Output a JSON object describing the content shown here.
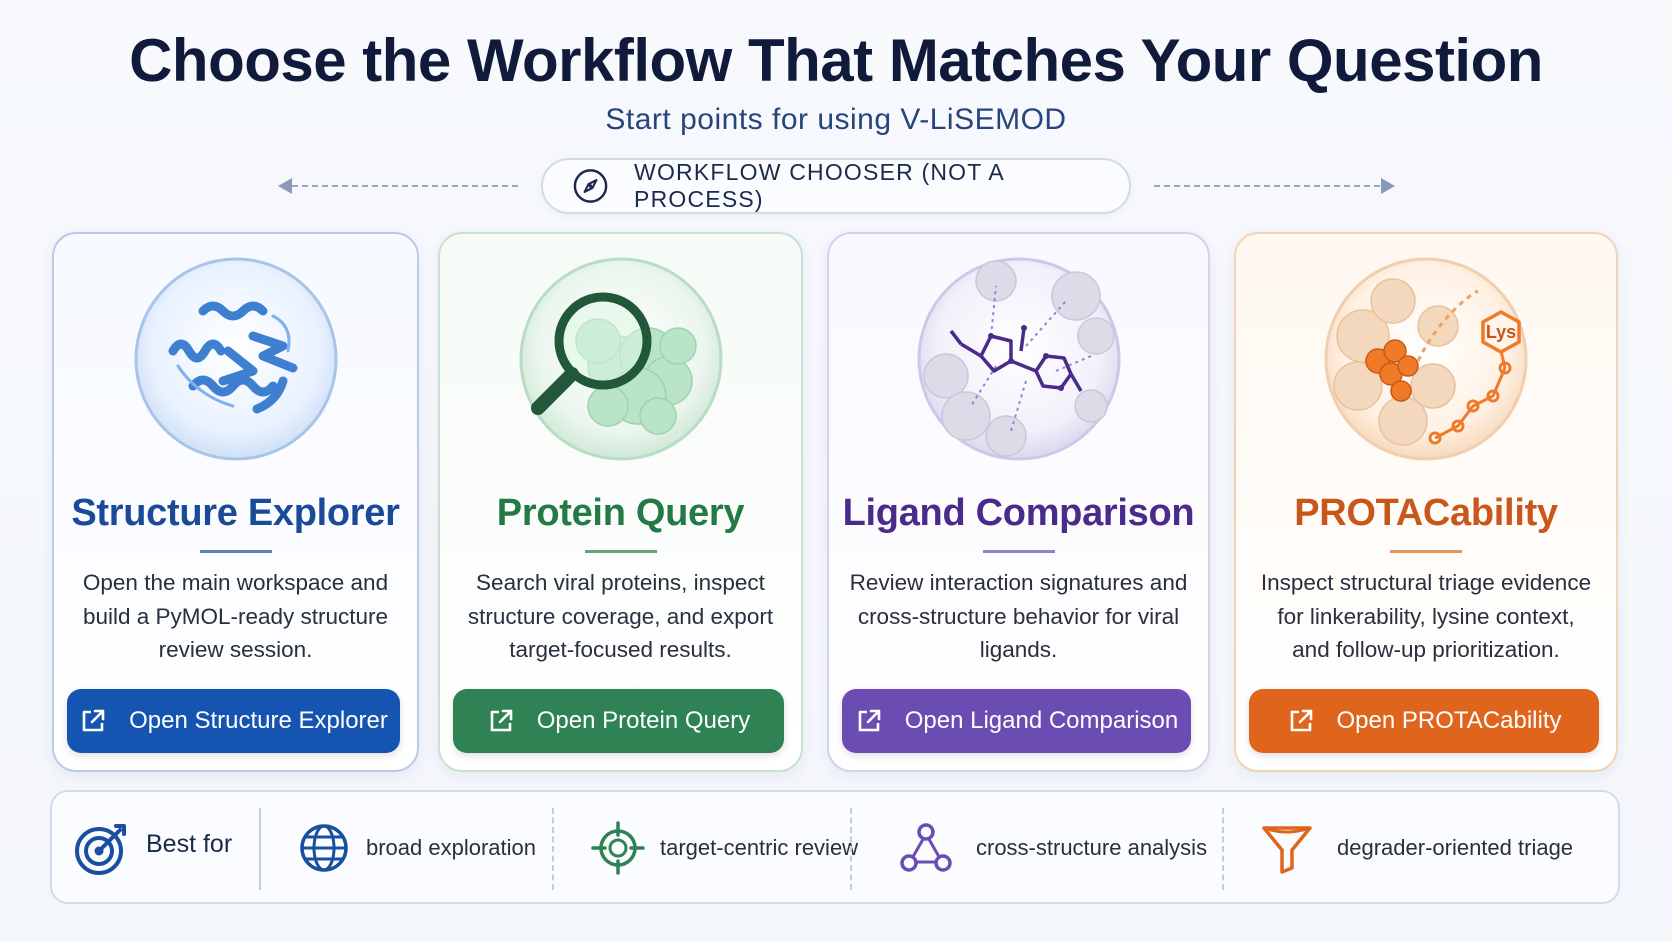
{
  "header": {
    "title": "Choose the Workflow That Matches Your Question",
    "subtitle": "Start points for using V-LiSEMOD",
    "chooser_label": "WORKFLOW CHOOSER (NOT A PROCESS)"
  },
  "cards": [
    {
      "name": "Structure Explorer",
      "description": "Open the main workspace and build a PyMOL-ready structure review session.",
      "button_label": "Open Structure Explorer",
      "accent": "#1554b0",
      "title_color": "#1a4a98"
    },
    {
      "name": "Protein Query",
      "description": "Search viral proteins, inspect structure coverage, and export target-focused results.",
      "button_label": "Open Protein Query",
      "accent": "#2e8253",
      "title_color": "#237a44"
    },
    {
      "name": "Ligand Comparison",
      "description": "Review interaction signatures and cross-structure behavior for viral ligands.",
      "button_label": "Open Ligand Comparison",
      "accent": "#6a4cb3",
      "title_color": "#4a2a8a"
    },
    {
      "name": "PROTACability",
      "description": "Inspect structural triage evidence for linkerability, lysine context, and follow-up prioritization.",
      "button_label": "Open PROTACability",
      "accent": "#e0651c",
      "title_color": "#c9561a",
      "badge": "Lys"
    }
  ],
  "best_for": {
    "label": "Best for",
    "items": [
      {
        "text": "broad exploration",
        "icon": "globe-icon",
        "color": "#1a4fa0"
      },
      {
        "text": "target-centric review",
        "icon": "crosshair-icon",
        "color": "#2e8253"
      },
      {
        "text": "cross-structure analysis",
        "icon": "network-icon",
        "color": "#6a4cb3"
      },
      {
        "text": "degrader-oriented triage",
        "icon": "funnel-icon",
        "color": "#e0651c"
      }
    ]
  }
}
